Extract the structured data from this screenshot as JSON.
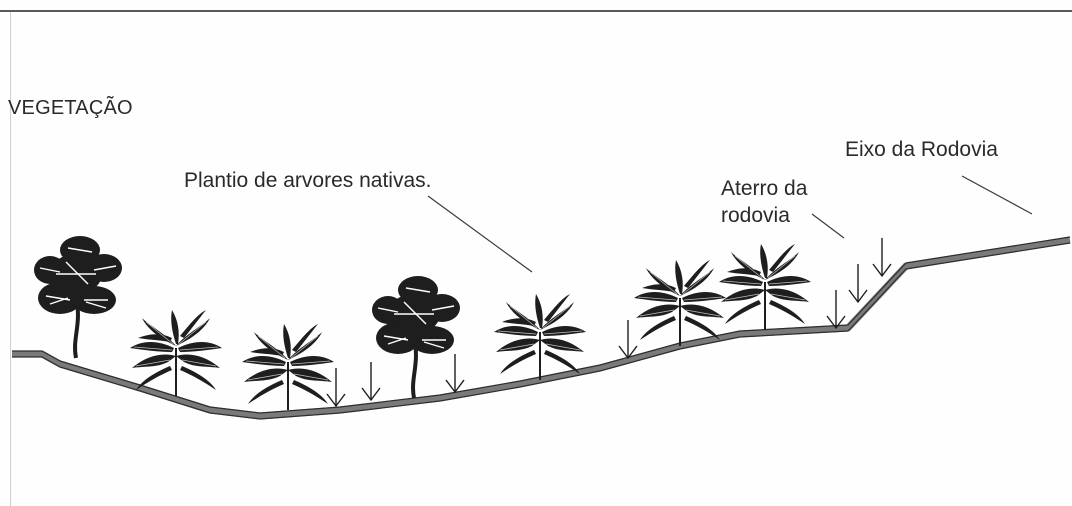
{
  "title": "VEGETAÇÃO",
  "labels": {
    "plantio": "Plantio de arvores nativas.",
    "aterro_line1": "Aterro da",
    "aterro_line2": "rodovia",
    "eixo": "Eixo da Rodovia"
  },
  "colors": {
    "ink": "#1e1e1e",
    "ground": "#7a7a7a",
    "frame": "#5a5a5a"
  }
}
